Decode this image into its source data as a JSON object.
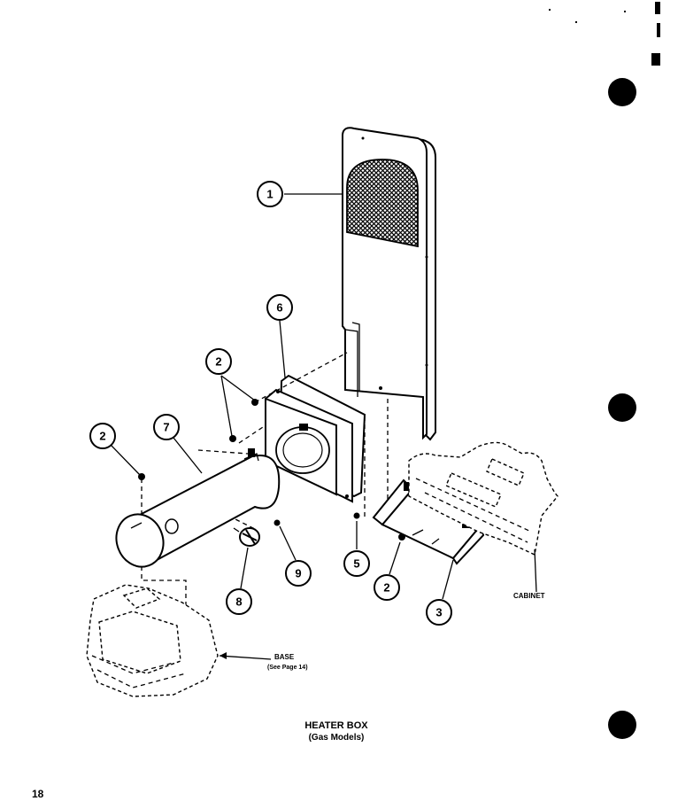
{
  "figure": {
    "title": "HEATER BOX",
    "subtitle": "(Gas Models)"
  },
  "labels": {
    "base": "BASE",
    "base_ref": "(See Page 14)",
    "cabinet": "CABINET"
  },
  "page_number": "18",
  "callouts": [
    "1",
    "2",
    "2",
    "2",
    "3",
    "5",
    "6",
    "7",
    "8",
    "9"
  ]
}
